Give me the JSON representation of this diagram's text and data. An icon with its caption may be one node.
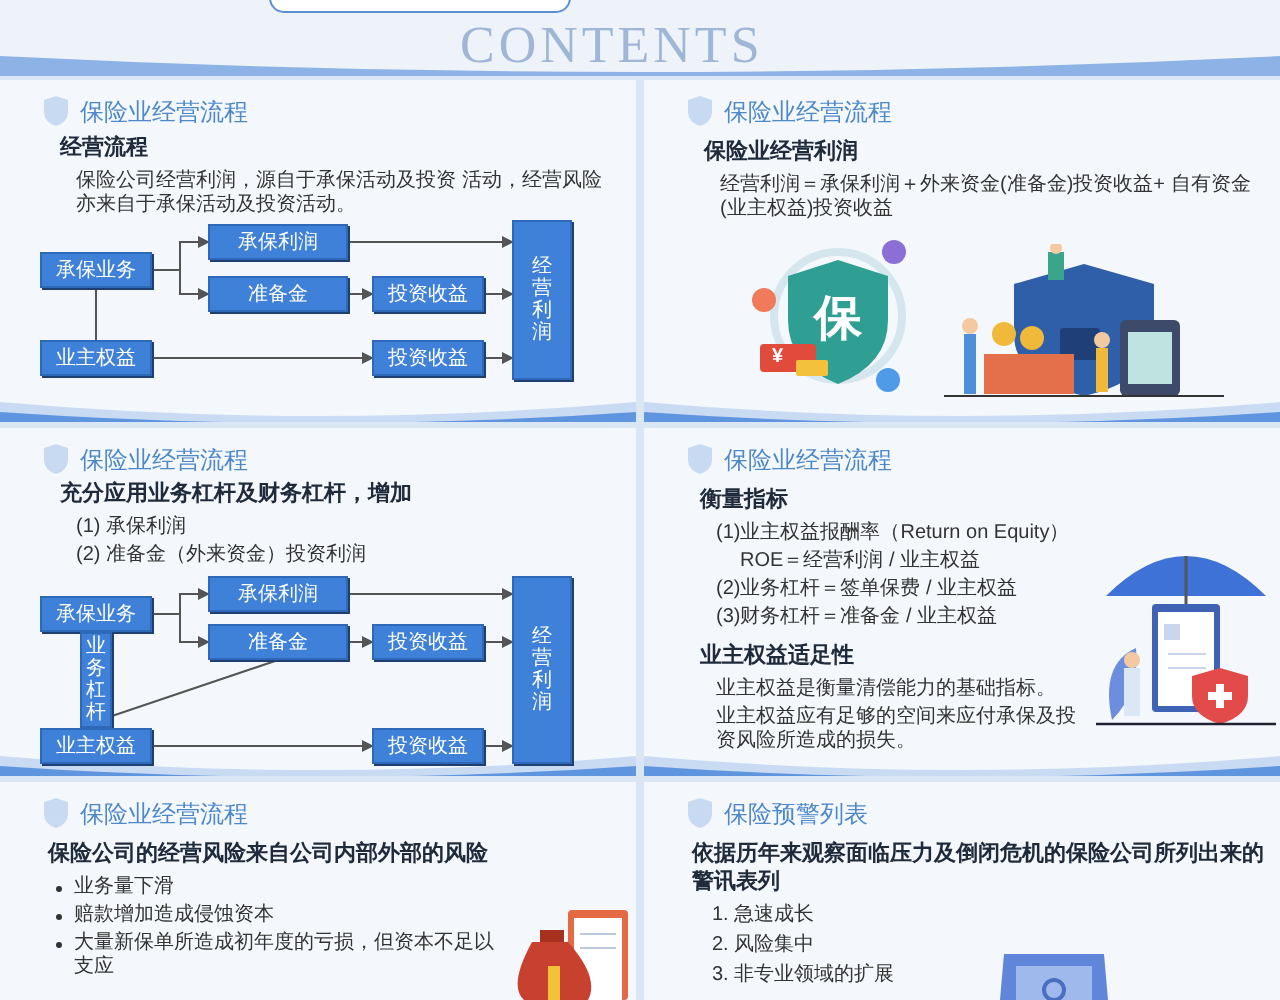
{
  "diagram": {
    "nodes": [
      {
        "text": [
          "承保业务"
        ]
      },
      {
        "text": [
          "承保利润"
        ]
      },
      {
        "text": [
          "准备金"
        ]
      },
      {
        "text": [
          "投资收益"
        ]
      },
      {
        "text": [
          "业主权益"
        ]
      },
      {
        "text": [
          "投资收益"
        ]
      },
      {
        "text": [
          "经营利润"
        ]
      },
      {
        "text": [
          "承保业务"
        ]
      },
      {
        "text": [
          "承保利润"
        ]
      },
      {
        "text": [
          "准备金"
        ]
      },
      {
        "text": [
          "投资收益"
        ]
      },
      {
        "text": [
          "业务杠杆"
        ]
      },
      {
        "text": [
          "业主权益"
        ]
      },
      {
        "text": [
          "投资收益"
        ]
      },
      {
        "text": [
          "经营利润"
        ]
      }
    ],
    "edges": [
      {
        "from": 0,
        "to": 1,
        "arrow": "to"
      },
      {
        "from": 0,
        "to": 2,
        "arrow": "to"
      },
      {
        "from": 0,
        "to": 4,
        "arrow": "none"
      },
      {
        "from": 1,
        "to": 6,
        "arrow": "to"
      },
      {
        "from": 2,
        "to": 3,
        "arrow": "to"
      },
      {
        "from": 3,
        "to": 6,
        "arrow": "to"
      },
      {
        "from": 4,
        "to": 5,
        "arrow": "to"
      },
      {
        "from": 5,
        "to": 6,
        "arrow": "to"
      },
      {
        "from": 7,
        "to": 8,
        "arrow": "to"
      },
      {
        "from": 7,
        "to": 9,
        "arrow": "to"
      },
      {
        "from": 8,
        "to": 14,
        "arrow": "to"
      },
      {
        "from": 9,
        "to": 10,
        "arrow": "to"
      },
      {
        "from": 10,
        "to": 14,
        "arrow": "to"
      },
      {
        "from": 12,
        "to": 13,
        "arrow": "to"
      },
      {
        "from": 13,
        "to": 14,
        "arrow": "to"
      },
      {
        "from": 11,
        "to": 9,
        "arrow": "none"
      }
    ],
    "labels": [
      "CONTENTS",
      "保险业经营流程",
      "经营流程",
      "保险公司经营利润，源自于承保活动及投资 活动，经营风险亦来自于承保活动及投资活动。",
      "保险业经营流程",
      "保险业经营利润",
      "经营利润＝承保利润＋外来资金(准备金)投资收益+ 自有资金(业主权益)投资收益",
      "保",
      "¥",
      "保险业经营流程",
      "充分应用业务杠杆及财务杠杆，增加",
      "(1) 承保利润",
      "(2) 准备金（外来资金）投资利润",
      "保险业经营流程",
      "衡量指标",
      "(1)业主权益报酬率（Return on Equity）",
      "ROE＝经营利润 / 业主权益",
      "(2)业务杠杆＝签单保费 / 业主权益",
      "(3)财务杠杆＝准备金 / 业主权益",
      "业主权益适足性",
      "业主权益是衡量清偿能力的基础指标。",
      "业主权益应有足够的空间来应付承保及投资风险所造成的损失。",
      "保险业经营流程",
      "保险公司的经营风险来自公司内部外部的风险",
      "业务量下滑",
      "赔款增加造成侵蚀资本",
      "大量新保单所造成初年度的亏损，但资本不足以支应",
      "保险预警列表",
      "依据历年来观察面临压力及倒闭危机的保险公司所列出来的警讯表列",
      "1. 急速成长",
      "2. 风险集中",
      "3. 非专业领域的扩展"
    ]
  }
}
